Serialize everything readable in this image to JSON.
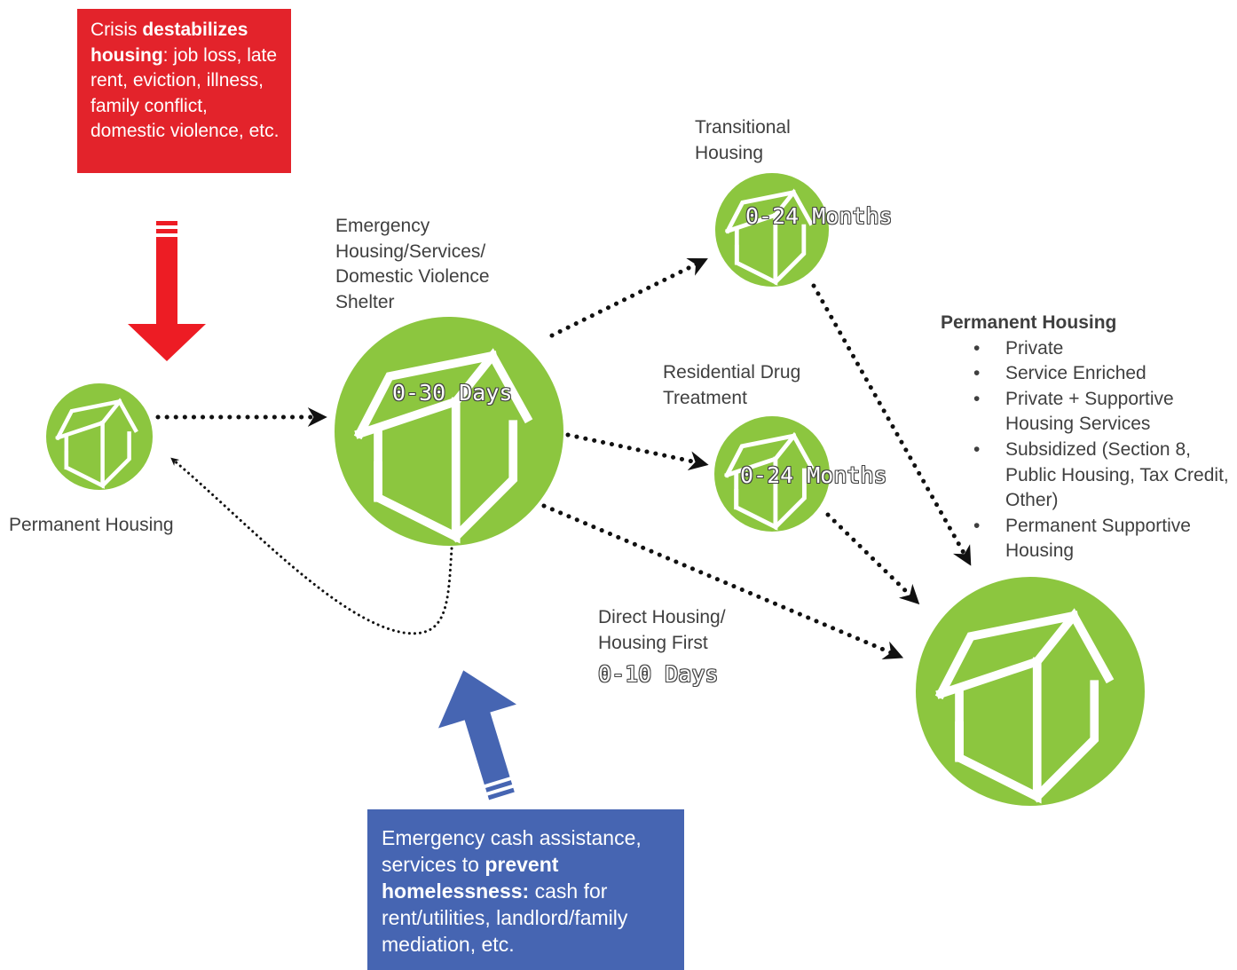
{
  "crisis_box": {
    "before": "Crisis ",
    "bold": "destabilizes housing",
    "after": ": job loss, late rent, eviction, illness, family conflict, domestic violence, etc."
  },
  "prevention_box": {
    "before": "Emergency cash assistance, services to ",
    "bold": "prevent homelessness:",
    "after": " cash for rent/utilities, landlord/family mediation, etc."
  },
  "nodes": {
    "start_permanent": {
      "label": "Permanent Housing"
    },
    "emergency": {
      "label_lines": [
        "Emergency",
        "Housing/Services/",
        "Domestic Violence",
        "Shelter"
      ],
      "duration": "0-30 Days"
    },
    "transitional": {
      "label_lines": [
        "Transitional",
        "Housing"
      ],
      "duration": "0-24 Months"
    },
    "residential_drug": {
      "label_lines": [
        "Residential Drug",
        "Treatment"
      ],
      "duration": "0-24 Months"
    },
    "direct_housing": {
      "label_lines": [
        "Direct Housing/",
        "Housing First"
      ],
      "duration": "0-10 Days"
    },
    "end_permanent": {
      "title": "Permanent Housing",
      "items": [
        "Private",
        "Service Enriched",
        "Private + Supportive Housing Services",
        "Subsidized (Section 8, Public Housing, Tax Credit, Other)",
        "Permanent Supportive Housing"
      ]
    }
  },
  "colors": {
    "house_green": "#8cc63f",
    "crisis_red": "#e3232b",
    "arrow_red": "#ed1c24",
    "prevent_blue": "#4665b2",
    "dotted_arrow": "#111111",
    "text_gray": "#3f3f3f"
  },
  "icons": [
    "house-icon",
    "red-down-arrow",
    "blue-up-arrow"
  ]
}
